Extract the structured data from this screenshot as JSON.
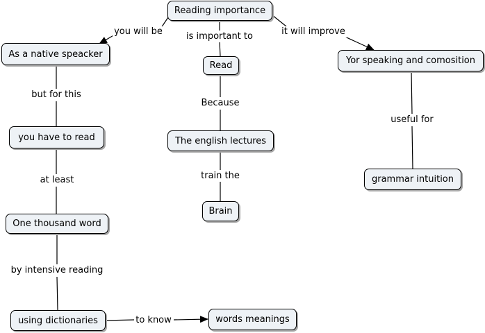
{
  "nodes": {
    "reading_importance": "Reading importance",
    "native_speaker": "As a native speacker",
    "read": "Read",
    "speaking": "Yor speaking and comosition",
    "have_to_read": "you have to read",
    "english_lectures": "The english lectures",
    "grammar_intuition": "grammar intuition",
    "brain": "Brain",
    "thousand_word": "One thousand word",
    "dictionaries": "using dictionaries",
    "words_meanings": "words meanings"
  },
  "links": {
    "you_will_be": "you will be",
    "is_important_to": "is important to",
    "it_will_improve": "it will improve",
    "but_for_this": "but for this",
    "because": "Because",
    "useful_for": "useful for",
    "at_least": "at least",
    "train_the": "train the",
    "by_intensive_reading": "by intensive reading",
    "to_know": "to know"
  }
}
